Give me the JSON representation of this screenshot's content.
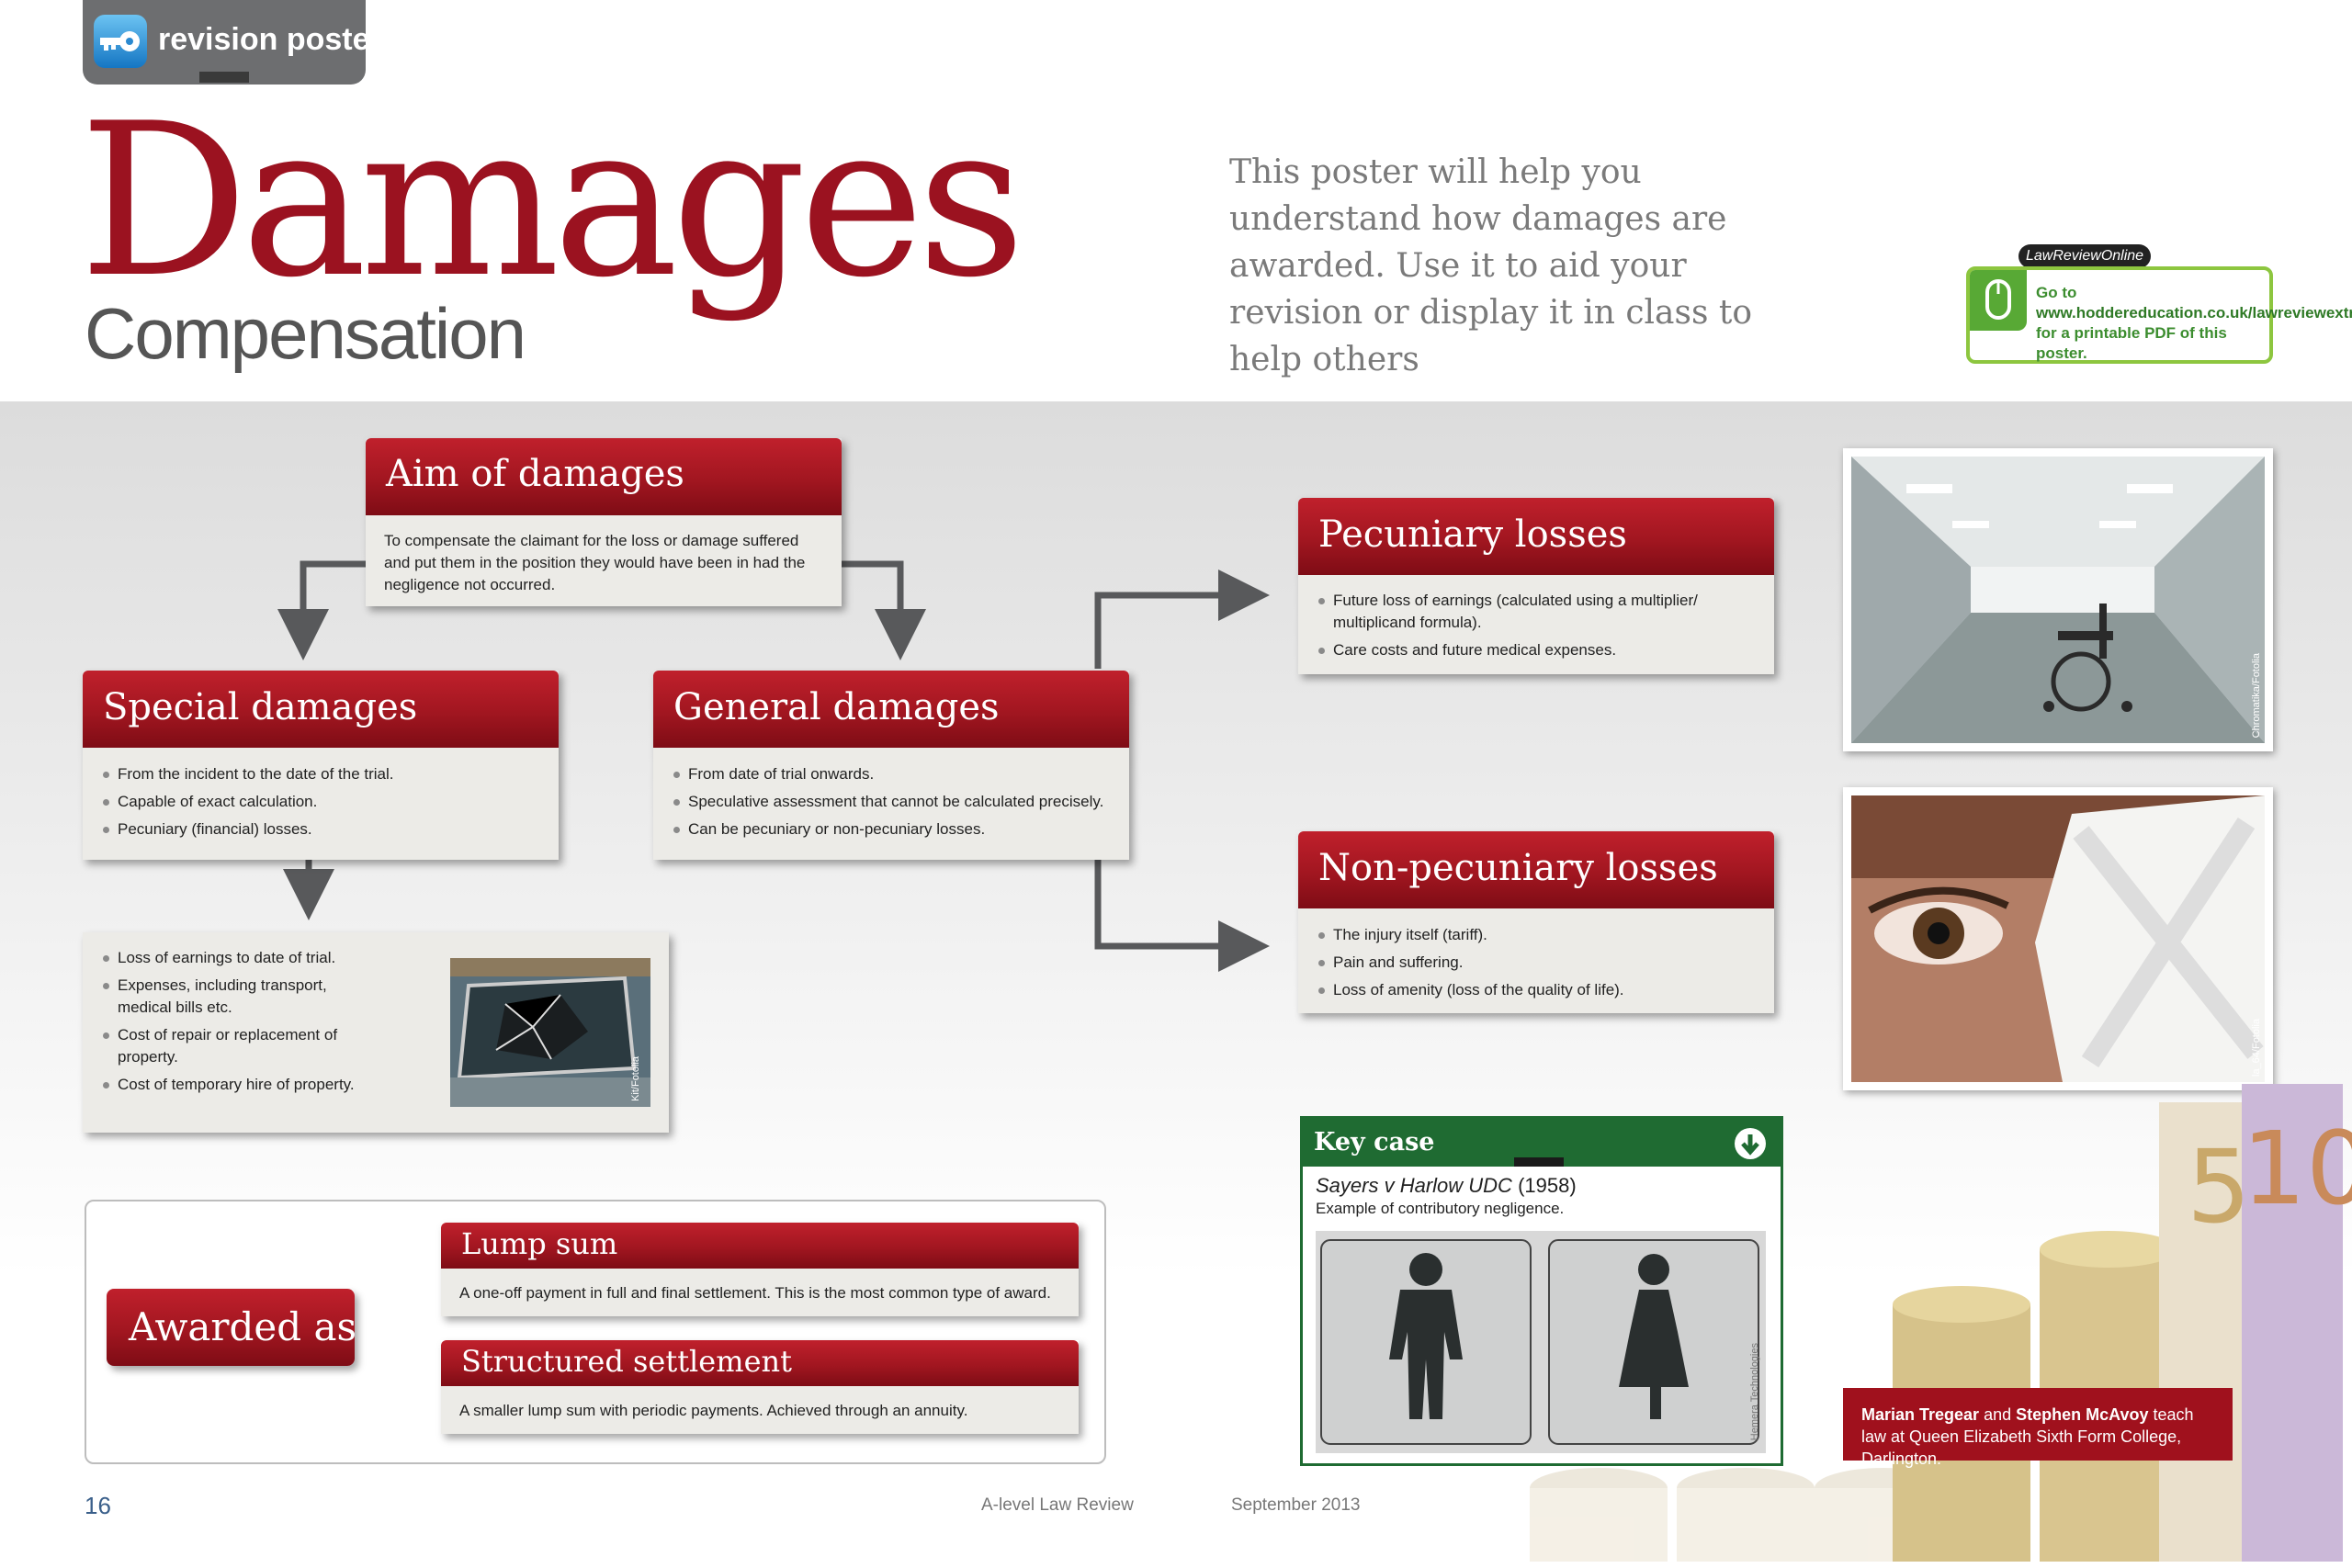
{
  "header": {
    "tab_label": "revision poster",
    "title": "Damages",
    "subtitle": "Compensation",
    "intro": "This poster will help you understand how damages are awarded. Use it to aid your revision or display it in class to help others",
    "lro_tag": "LawReviewOnline",
    "lro_go": "Go to",
    "lro_url": "www.hoddereducation.co.uk/lawreviewextras",
    "lro_rest": "for a printable PDF of this poster."
  },
  "aim": {
    "title": "Aim of damages",
    "text": "To compensate the claimant for the loss or damage suffered and put them in the position they would have been in had the negligence not occurred."
  },
  "special": {
    "title": "Special damages",
    "items": [
      "From the incident to the date of the trial.",
      "Capable of exact calculation.",
      "Pecuniary (financial) losses."
    ]
  },
  "general": {
    "title": "General damages",
    "items": [
      "From date of trial onwards.",
      "Speculative assessment that cannot be calculated precisely.",
      "Can be pecuniary or non-pecuniary losses."
    ]
  },
  "special_detail": {
    "items": [
      "Loss of earnings to date of trial.",
      "Expenses, including transport, medical bills etc.",
      "Cost of repair or replacement of property.",
      "Cost of temporary hire of property."
    ],
    "photo_credit": "Kit/Fotolia"
  },
  "pecuniary": {
    "title": "Pecuniary losses",
    "items": [
      "Future loss of earnings (calculated using a multiplier/ multiplicand formula).",
      "Care costs and future medical expenses."
    ]
  },
  "non_pecuniary": {
    "title": "Non-pecuniary losses",
    "items": [
      "The injury itself (tariff).",
      "Pain and suffering.",
      "Loss of amenity (loss of the quality of life)."
    ]
  },
  "awarded": {
    "label": "Awarded as",
    "lump_title": "Lump sum",
    "lump_text": "A one-off payment in full and final settlement. This is the most common type of award.",
    "structured_title": "Structured settlement",
    "structured_text": "A smaller lump sum with periodic payments. Achieved through an annuity."
  },
  "key_case": {
    "label": "Key case",
    "case_name": "Sayers v Harlow UDC",
    "case_year": "(1958)",
    "description": "Example of contributory negligence.",
    "photo_credit": "Hemera Technologies"
  },
  "photos": {
    "hospital_credit": "Chromatika/Fotolia",
    "eye_credit": "la_64/Fotolia"
  },
  "authors": {
    "name1": "Marian Tregear",
    "and": "and",
    "name2": "Stephen McAvoy",
    "rest": "teach law at Queen Elizabeth Sixth Form College, Darlington."
  },
  "footer": {
    "page": "16",
    "magazine": "A-level Law Review",
    "date": "September 2013"
  },
  "colors": {
    "brand_red": "#9b1220",
    "key_case_green": "#1f6b32",
    "lro_green": "#8dc63f"
  }
}
